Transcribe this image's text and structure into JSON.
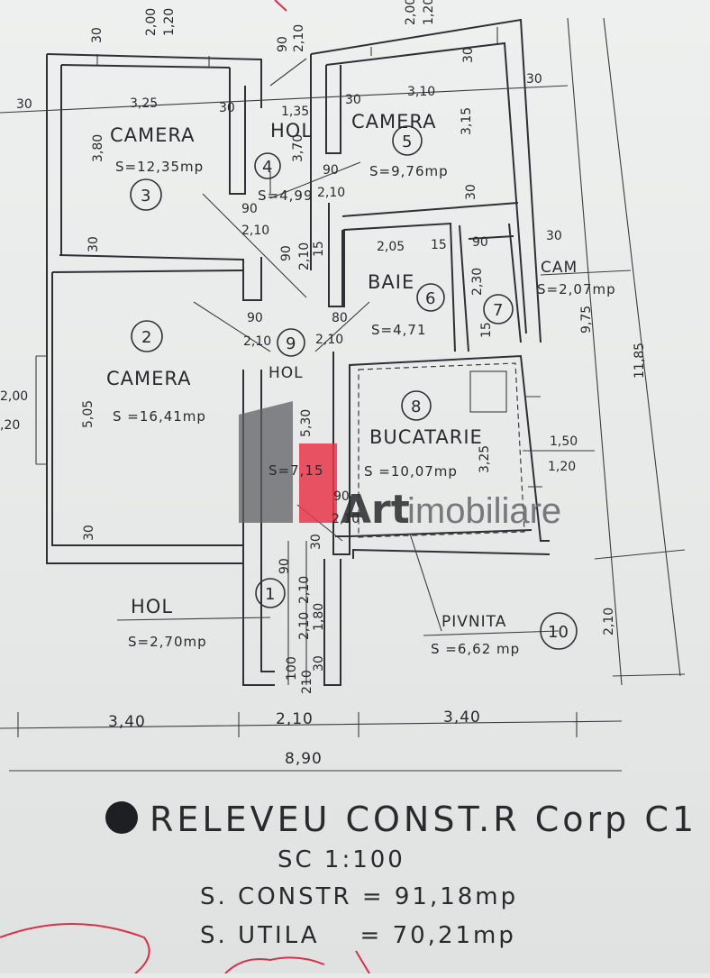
{
  "plan": {
    "rooms": [
      {
        "id": "camera-3",
        "name": "CAMERA",
        "area": "S=12,35mp",
        "number": "3"
      },
      {
        "id": "hol-4",
        "name": "HOL",
        "area": "S=4,99",
        "number": "4"
      },
      {
        "id": "camera-5",
        "name": "CAMERA",
        "area": "S=9,76mp",
        "number": "5"
      },
      {
        "id": "baie-6",
        "name": "BAIE",
        "area": "S=4,71",
        "number": "6"
      },
      {
        "id": "cam-7",
        "name": "CAM",
        "area": "S=2,07mp",
        "number": "7"
      },
      {
        "id": "camera-2",
        "name": "CAMERA",
        "area": "S =16,41mp",
        "number": "2"
      },
      {
        "id": "hol-9",
        "name": "HOL",
        "area": "S=7,15",
        "number": "9"
      },
      {
        "id": "bucatarie-8",
        "name": "BUCATARIE",
        "area": "S =10,07mp",
        "number": "8"
      },
      {
        "id": "hol-1",
        "name": "HOL",
        "area": "S=2,70mp",
        "number": "1"
      },
      {
        "id": "pivnita-10",
        "name": "PIVNITA",
        "area": "S =6,62 mp",
        "number": "10"
      }
    ],
    "dims": {
      "top_200": "2,00",
      "top_120": "1,20",
      "top_200b": "2,00",
      "top_120b": "1,20",
      "d30a": "30",
      "d30b": "30",
      "d30c": "30",
      "d30d": "30",
      "d30e": "30",
      "d30f": "30",
      "d30g": "30",
      "d30h": "30",
      "d30i": "30",
      "d30j": "30",
      "d30k": "30",
      "d30l": "30",
      "w325": "3,25",
      "w310": "3,10",
      "w135": "1,35",
      "h380": "3,80",
      "h370": "3,70",
      "h315": "3,15",
      "d90a": "90",
      "d210a": "2,10",
      "d90b": "90",
      "d210b": "2,10",
      "d90c": "90",
      "d210c": "2,10",
      "d90d": "90",
      "d210d": "2,10",
      "d90e": "90",
      "d210e": "2,10",
      "d80": "80",
      "d210f": "2,10",
      "d90f": "90",
      "d210g": "2,10",
      "d90g": "90",
      "d210h": "2,10",
      "w205": "2,05",
      "d15a": "15",
      "d15b": "15",
      "d90h": "90",
      "d30m": "30",
      "h230": "2,30",
      "d15c": "15",
      "h505": "5,05",
      "h530": "5,30",
      "h325": "3,25",
      "w150": "1,50",
      "w120": "1,20",
      "left200": "2,00",
      "left120": ",20",
      "v975": "9,75",
      "v1185": "11,85",
      "v210": "2,10",
      "h180": "1,80",
      "h210i": "2,10",
      "d30n": "30",
      "d100": "100",
      "d210j": "210",
      "d30o": "30",
      "b340a": "3,40",
      "b210": "2,10",
      "b340b": "3,40",
      "b890": "8,90"
    },
    "watermark": {
      "brand": "Art",
      "rest": "imobiliare"
    }
  },
  "footer": {
    "title": "RELEVEU CONST.R Corp C1",
    "scale": "SC 1:100",
    "constr": "S. CONSTR = 91,18mp",
    "utila": "S. UTILA    = 70,21mp"
  },
  "colors": {
    "ink": "#2f3036",
    "watermark_red": "#e8364a",
    "watermark_grey": "#6a6c70",
    "pen_red": "#d9304a"
  }
}
